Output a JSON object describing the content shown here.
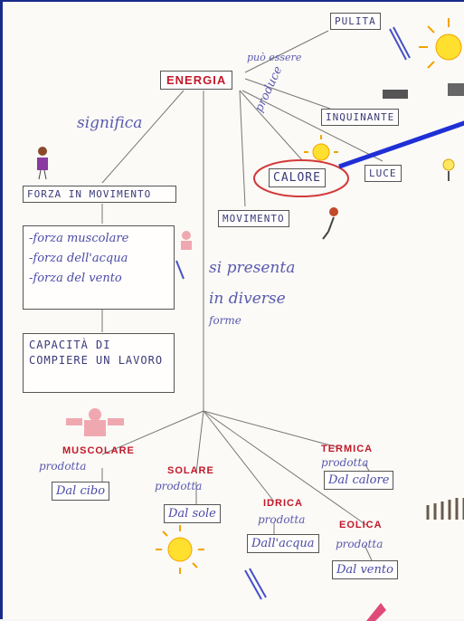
{
  "central": "ENERGIA",
  "top_relation": "può essere",
  "top_nodes": [
    "PULITA",
    "INQUINANTE"
  ],
  "produce_label": "produce",
  "produce_nodes": [
    "CALORE",
    "LUCE",
    "MOVIMENTO"
  ],
  "meaning_label": "significa",
  "meaning_node": "FORZA IN MOVIMENTO",
  "forces": [
    "-forza muscolare",
    "-forza dell'acqua",
    "-forza del vento"
  ],
  "capacity": "CAPACITÀ DI COMPIERE UN LAVORO",
  "forms_label_1": "si presenta",
  "forms_label_2": "in diverse",
  "forms_label_3": "forme",
  "forms": [
    {
      "name": "MUSCOLARE",
      "rel": "prodotta",
      "source": "Dal cibo"
    },
    {
      "name": "SOLARE",
      "rel": "prodotta",
      "source": "Dal sole"
    },
    {
      "name": "IDRICA",
      "rel": "prodotta",
      "source": "Dall'acqua"
    },
    {
      "name": "EOLICA",
      "rel": "prodotta",
      "source": "Dal vento"
    },
    {
      "name": "TERMICA",
      "rel": "prodotta",
      "source": "Dal calore"
    }
  ],
  "colors": {
    "pointer": "#1f2fd6",
    "highlight": "#d23a3a",
    "sun": "#ffd92a"
  }
}
